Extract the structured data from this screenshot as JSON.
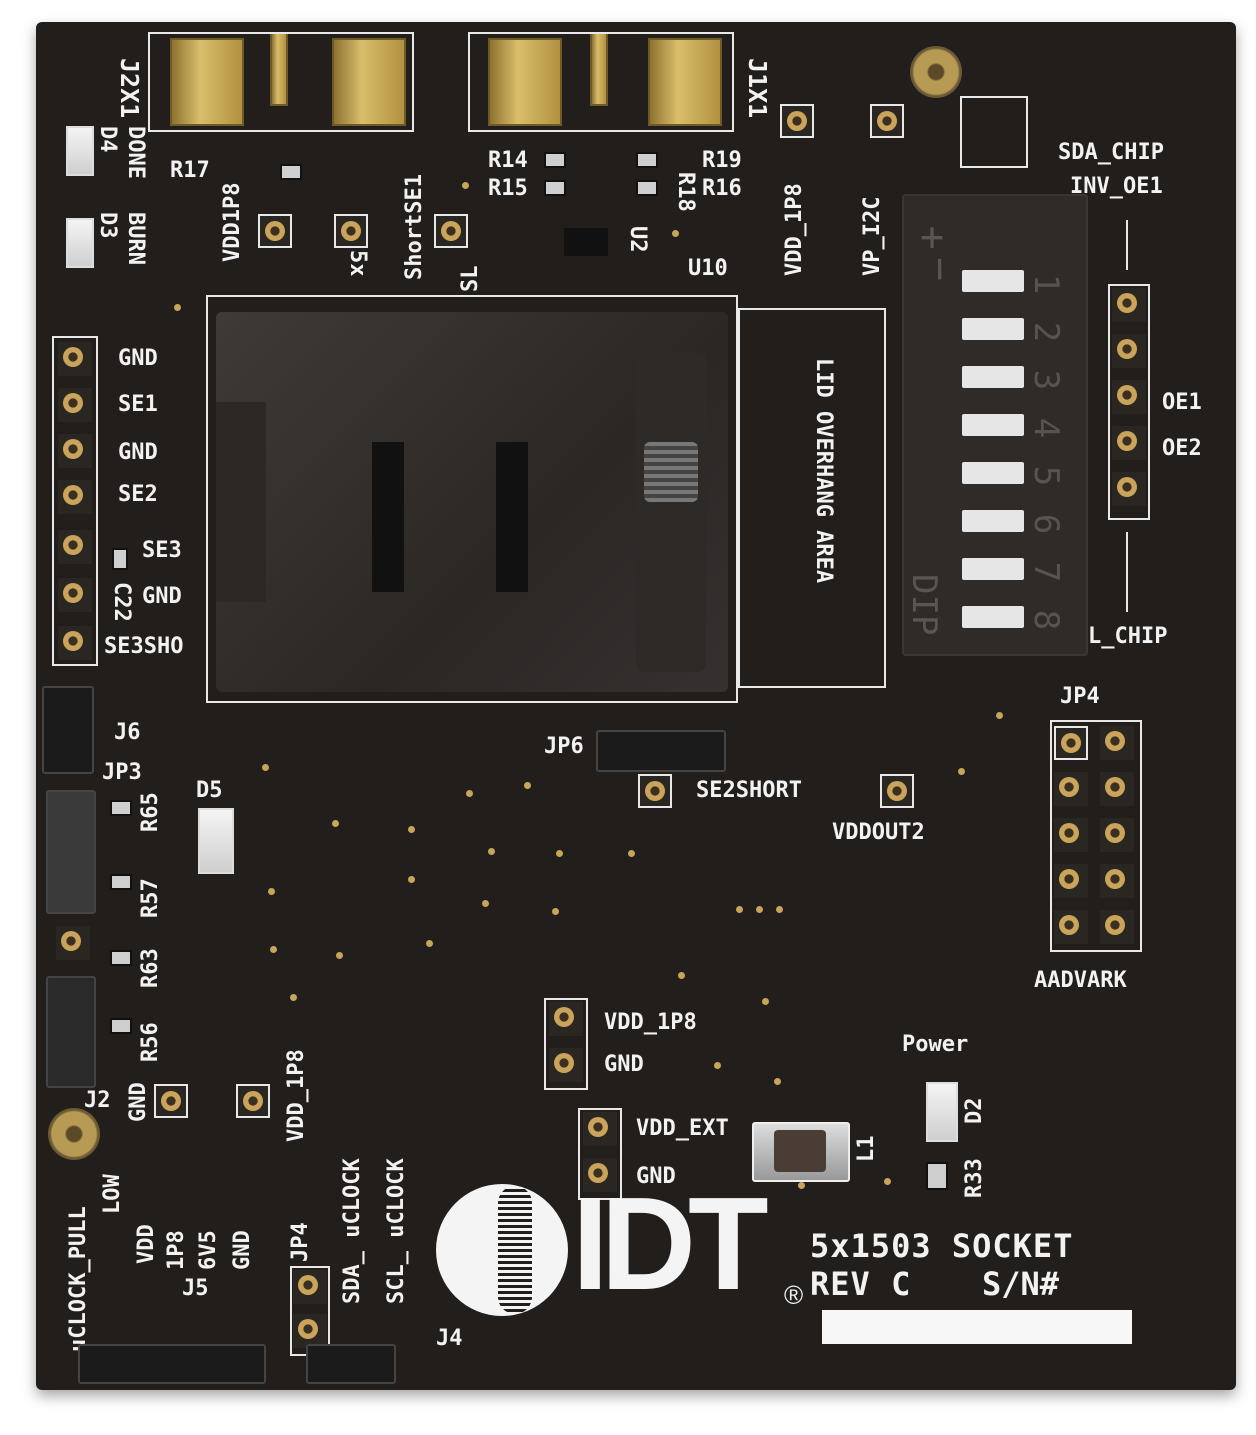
{
  "board": {
    "colors": {
      "pcb": "#221e1b",
      "silkscreen": "#f2f2f2",
      "gold": "#c9a45a"
    },
    "labels": {
      "j2x1": "J2X1",
      "j1x1": "J1X1",
      "done": "DONE",
      "d4": "D4",
      "burn": "BURN",
      "d3": "D3",
      "r17": "R17",
      "vdd1p8": "VDD1P8",
      "short_se1": "ShortSE1",
      "x5": "5x",
      "sl": "SL",
      "r14": "R14",
      "r15": "R15",
      "r19": "R19",
      "r18": "R18",
      "r16": "R16",
      "u2": "U2",
      "u10": "U10",
      "vdd_1p8_top": "VDD_1P8",
      "vp_i2c": "VP_I2C",
      "sda_chip": "SDA_CHIP",
      "inv_oe1": "INV_OE1",
      "oe1": "OE1",
      "oe2": "OE2",
      "l_chip": "L_CHIP",
      "dip_plus": "+",
      "dip_minus": "−",
      "dip_label": "DIP",
      "lid_overhang": "LID OVERHANG AREA",
      "gnd1": "GND",
      "se1": "SE1",
      "gnd2": "GND",
      "se2": "SE2",
      "se3": "SE3",
      "gnd3": "GND",
      "se3short": "SE3SHO",
      "c22": "C22",
      "j6": "J6",
      "jp3": "JP3",
      "d5": "D5",
      "r65": "R65",
      "r57": "R57",
      "r63": "R63",
      "r56": "R56",
      "jp6": "JP6",
      "se2short": "SE2SHORT",
      "vddout2": "VDDOUT2",
      "jp4_top": "JP4",
      "aadvark": "AADVARK",
      "vdd_1p8_mid": "VDD_1P8",
      "gnd_mid": "GND",
      "power": "Power",
      "d2": "D2",
      "r33": "R33",
      "vdd_ext": "VDD_EXT",
      "gnd_ext": "GND",
      "l1": "L1",
      "gnd_left": "GND",
      "vdd_1p8_left": "VDD_1P8",
      "uclock_pull": "uCLOCK_PULL",
      "low": "LOW",
      "vdd": "VDD",
      "p8": "1P8",
      "v6v5": "6V5",
      "gnd_j5": "GND",
      "j5": "J5",
      "jp4_bottom": "JP4",
      "sda_uclock": "SDA_ uCLOCK",
      "scl_uclock": "SCL_ uCLOCK",
      "j4": "J4",
      "j2": "J2",
      "idt": "IDT",
      "reg": "®",
      "product": "5x1503 SOCKET",
      "rev": "REV C",
      "sn": "S/N#"
    },
    "dip_numbers": [
      "1",
      "2",
      "3",
      "4",
      "5",
      "6",
      "7",
      "8"
    ]
  }
}
